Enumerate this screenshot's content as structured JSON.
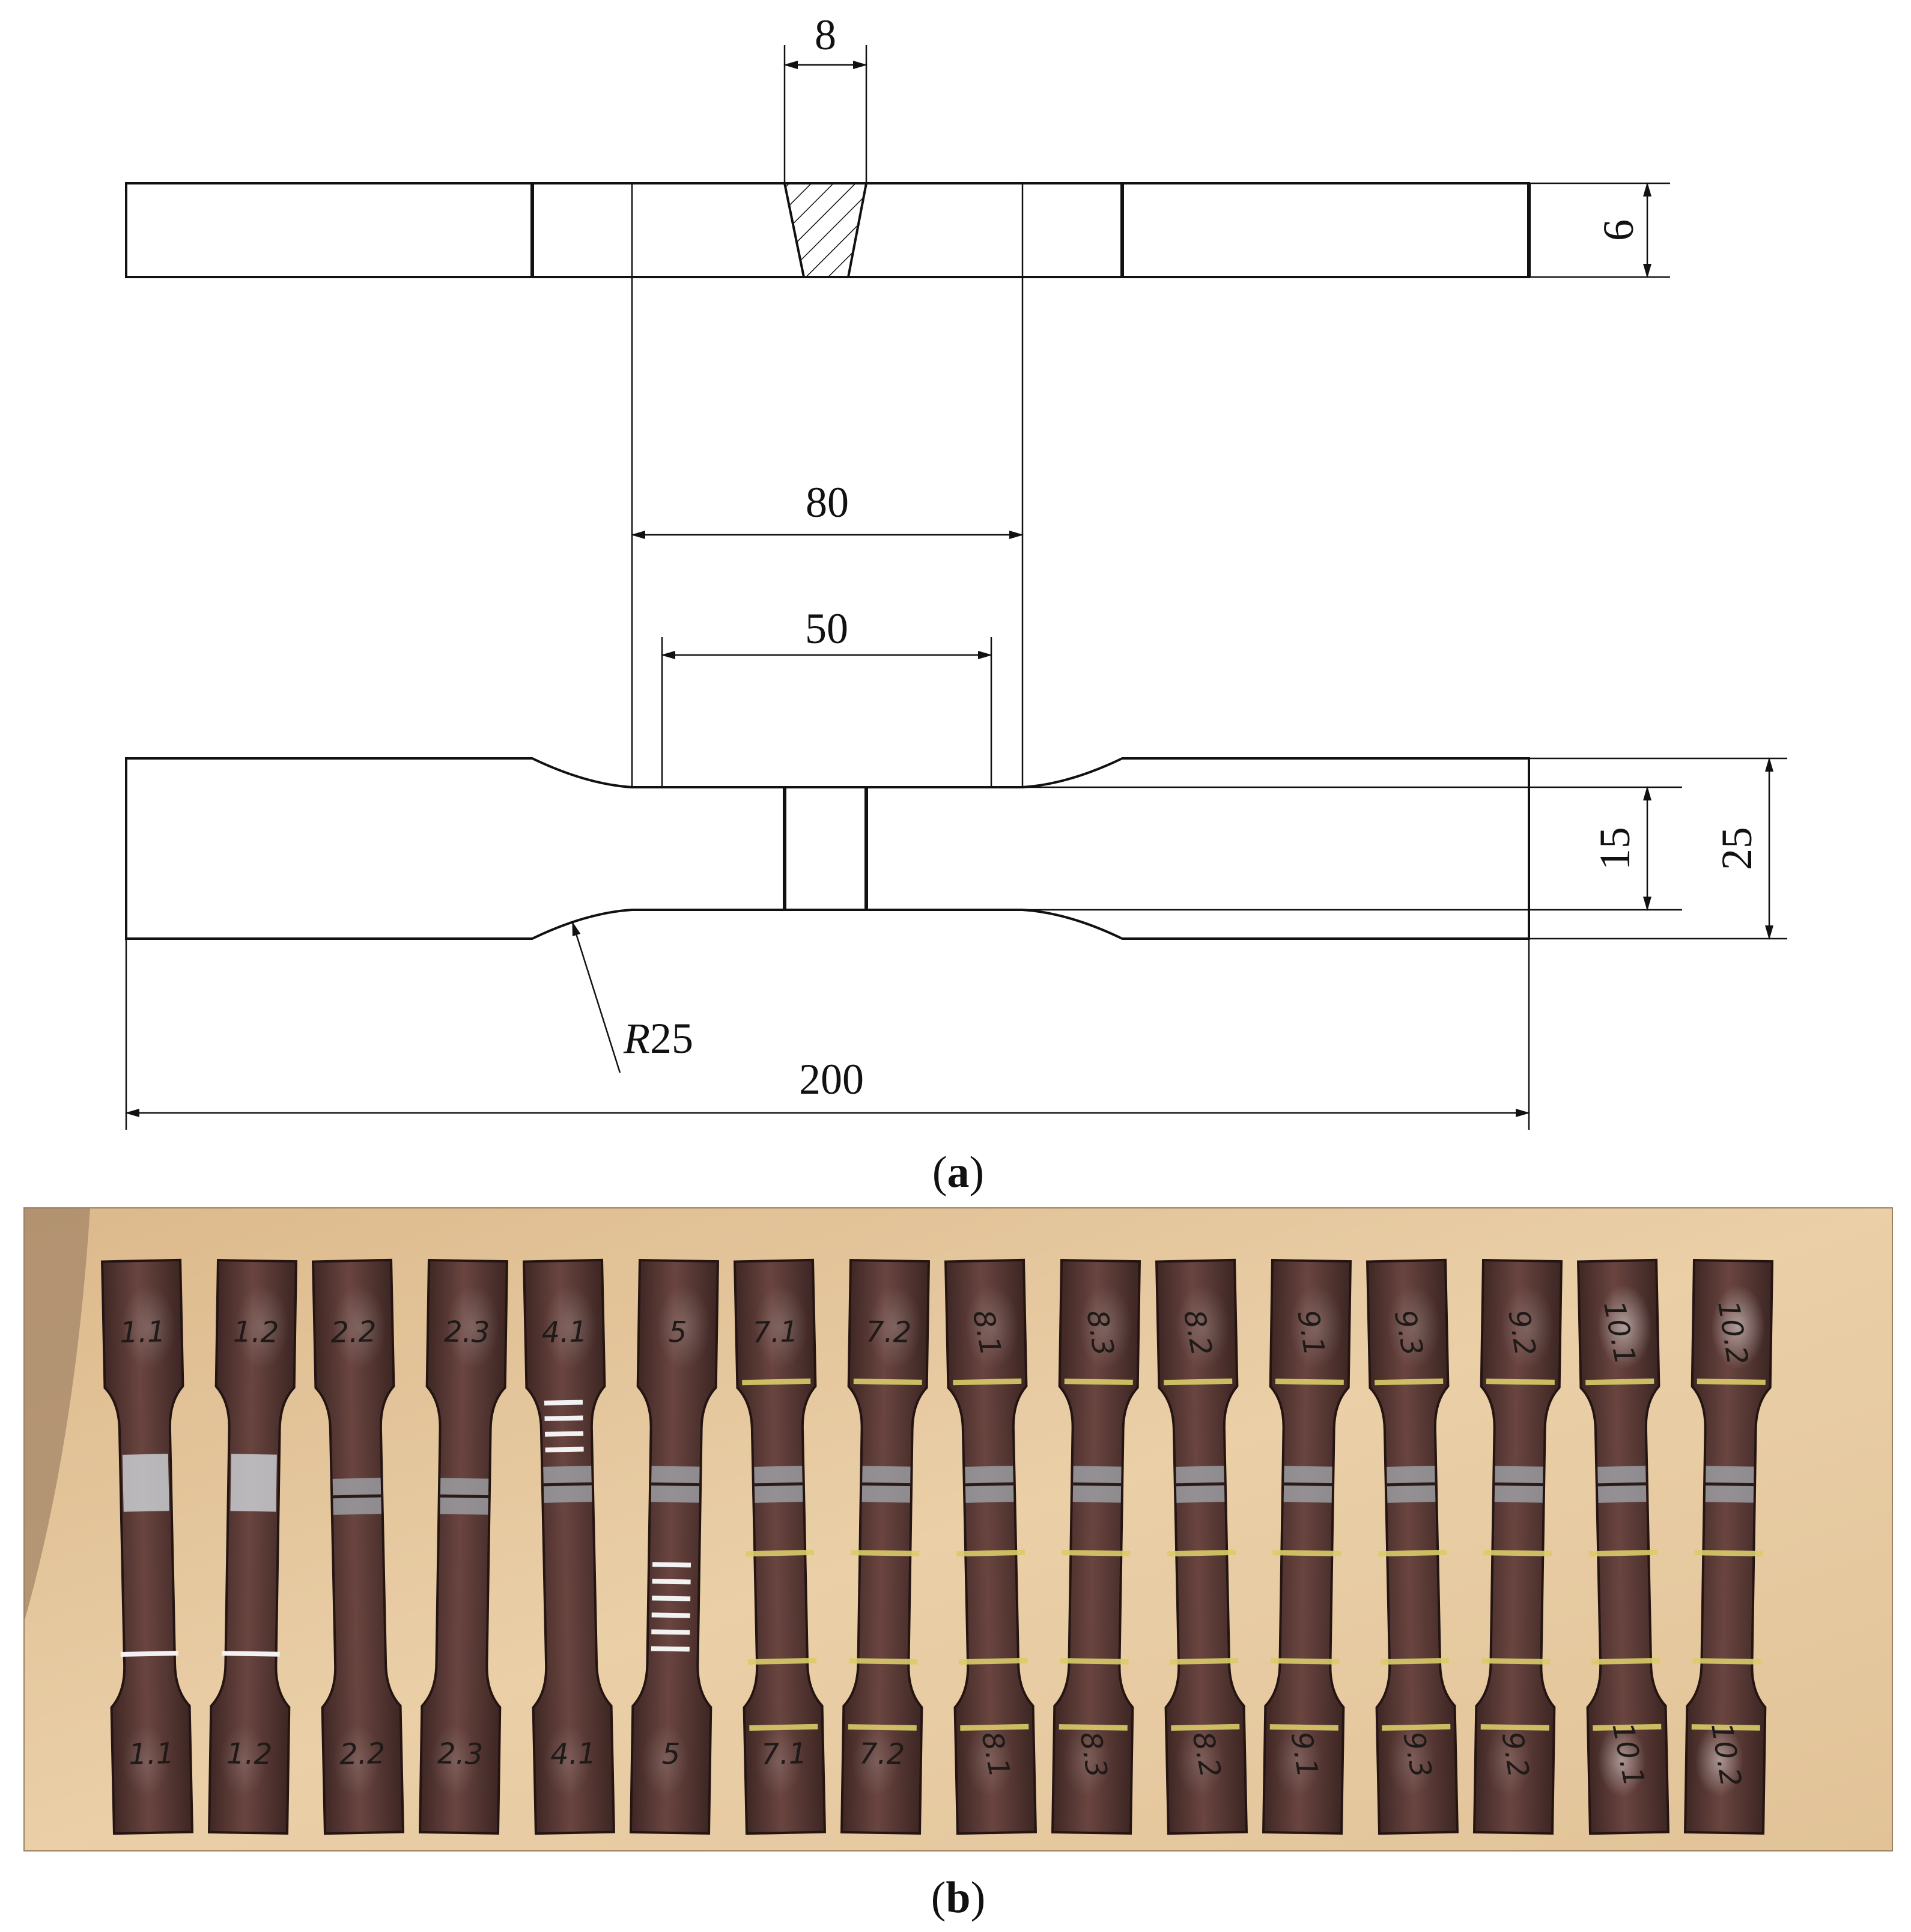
{
  "panel_a": {
    "caption_open": "(",
    "caption_letter": "a",
    "caption_close": ")",
    "dimensions": {
      "groove_width": "8",
      "thickness": "6",
      "parallel_length": "80",
      "gauge_length": "50",
      "gauge_width": "15",
      "grip_width": "25",
      "fillet_radius_letter": "R",
      "fillet_radius_value": "25",
      "total_length": "200"
    }
  },
  "panel_b": {
    "caption_open": "(",
    "caption_letter": "b",
    "caption_close": ")",
    "specimens": [
      {
        "top": "1.1",
        "bottom": "1.1",
        "white_marks": "fracture"
      },
      {
        "top": "1.2",
        "bottom": "1.2",
        "white_marks": "fracture"
      },
      {
        "top": "2.2",
        "bottom": "2.2"
      },
      {
        "top": "2.3",
        "bottom": "2.3"
      },
      {
        "top": "4.1",
        "bottom": "4.1",
        "white_marks": "stripes-top"
      },
      {
        "top": "5",
        "bottom": "5",
        "white_marks": "stripes-bottom"
      },
      {
        "top": "7.1",
        "bottom": "7.1"
      },
      {
        "top": "7.2",
        "bottom": "7.2"
      },
      {
        "top": "8.1",
        "bottom": "8.1"
      },
      {
        "top": "8.3",
        "bottom": "8.3"
      },
      {
        "top": "8.2",
        "bottom": "8.2"
      },
      {
        "top": "9.1",
        "bottom": "9.1"
      },
      {
        "top": "9.3",
        "bottom": "9.3"
      },
      {
        "top": "9.2",
        "bottom": "9.2"
      },
      {
        "top": "10.1",
        "bottom": "10.1"
      },
      {
        "top": "10.2",
        "bottom": "10.2"
      }
    ]
  },
  "colors": {
    "line": "#111111",
    "table_wood": "#e6c9a0",
    "steel": "#5a3a36",
    "weld": "#9fa3a8",
    "chalk_yellow": "#d9cc6a",
    "chalk_white": "#f2f2f2"
  }
}
